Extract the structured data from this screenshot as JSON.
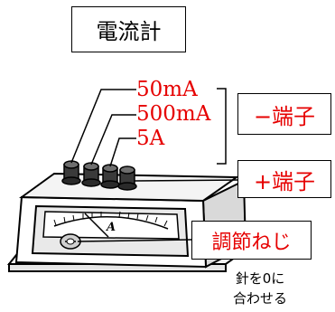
{
  "title": "電流計",
  "terminals": {
    "ranges": [
      "50mA",
      "500mA",
      "5A"
    ],
    "minus_label": "−端子",
    "plus_label": "+端子"
  },
  "meter_dial_label": "A",
  "adjust_screw": {
    "label": "調節ねじ",
    "note_line1": "針を0に",
    "note_line2": "合わせる"
  },
  "colors": {
    "label_red": "#e60000",
    "line": "#000000",
    "box_border": "#000000"
  }
}
